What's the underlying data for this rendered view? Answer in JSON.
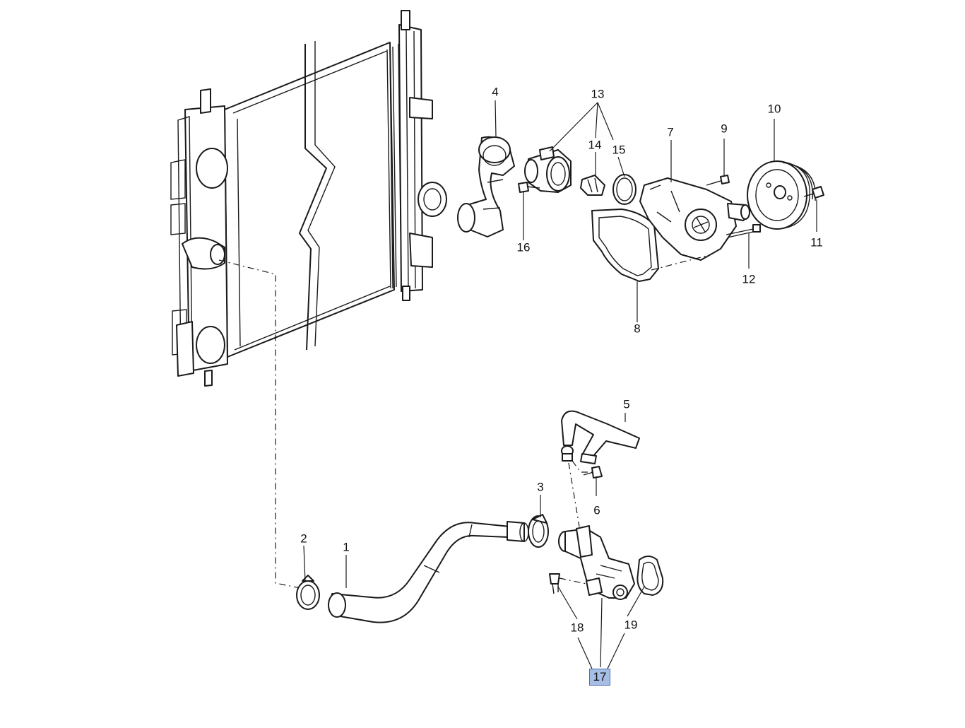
{
  "diagram": {
    "callouts": [
      {
        "id": "1",
        "label": "1"
      },
      {
        "id": "2",
        "label": "2"
      },
      {
        "id": "3",
        "label": "3"
      },
      {
        "id": "4",
        "label": "4"
      },
      {
        "id": "5",
        "label": "5"
      },
      {
        "id": "6",
        "label": "6"
      },
      {
        "id": "7",
        "label": "7"
      },
      {
        "id": "8",
        "label": "8"
      },
      {
        "id": "9",
        "label": "9"
      },
      {
        "id": "10",
        "label": "10"
      },
      {
        "id": "11",
        "label": "11"
      },
      {
        "id": "12",
        "label": "12"
      },
      {
        "id": "13",
        "label": "13"
      },
      {
        "id": "14",
        "label": "14"
      },
      {
        "id": "15",
        "label": "15"
      },
      {
        "id": "16",
        "label": "16"
      },
      {
        "id": "17",
        "label": "17",
        "highlighted": true
      },
      {
        "id": "18",
        "label": "18"
      },
      {
        "id": "19",
        "label": "19"
      }
    ],
    "highlight_color": "#a6bde6"
  }
}
